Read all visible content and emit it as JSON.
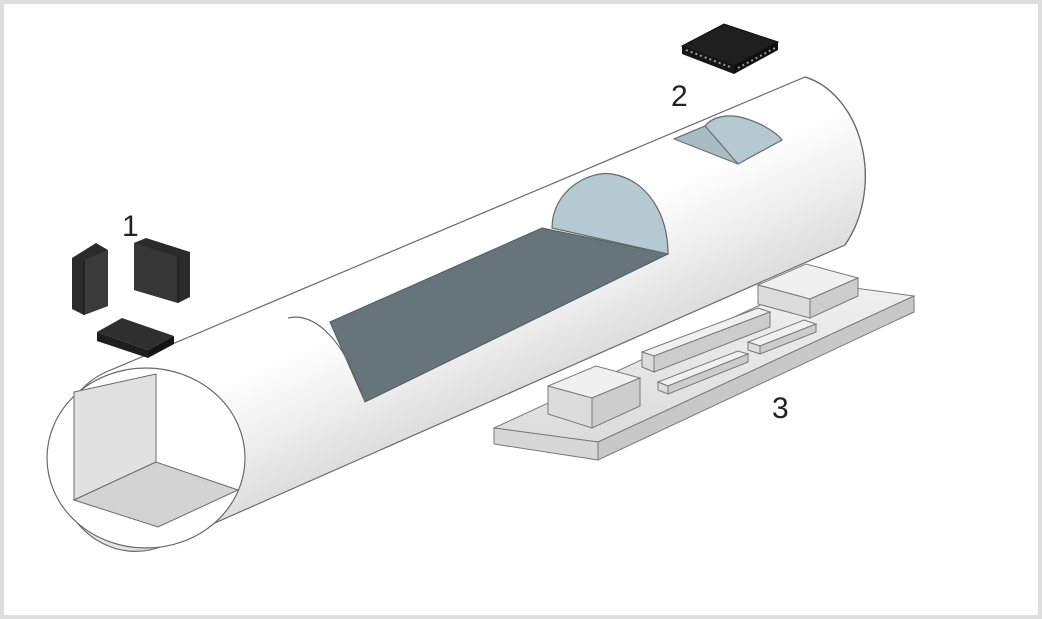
{
  "labels": {
    "one": "1",
    "two": "2",
    "three": "3"
  },
  "colors": {
    "frame": "#dedede",
    "tube_surface": "#e4e4e4",
    "tube_outline": "#6a6a6a",
    "window_floor": "#66747c",
    "window_end_face": "#b4c9d2",
    "chip_body": "#2b2b2b",
    "board_top": "#e6e6e6"
  },
  "icons": [
    "sensor-chip-icon",
    "plcc-chip-icon",
    "circuit-board-icon"
  ]
}
